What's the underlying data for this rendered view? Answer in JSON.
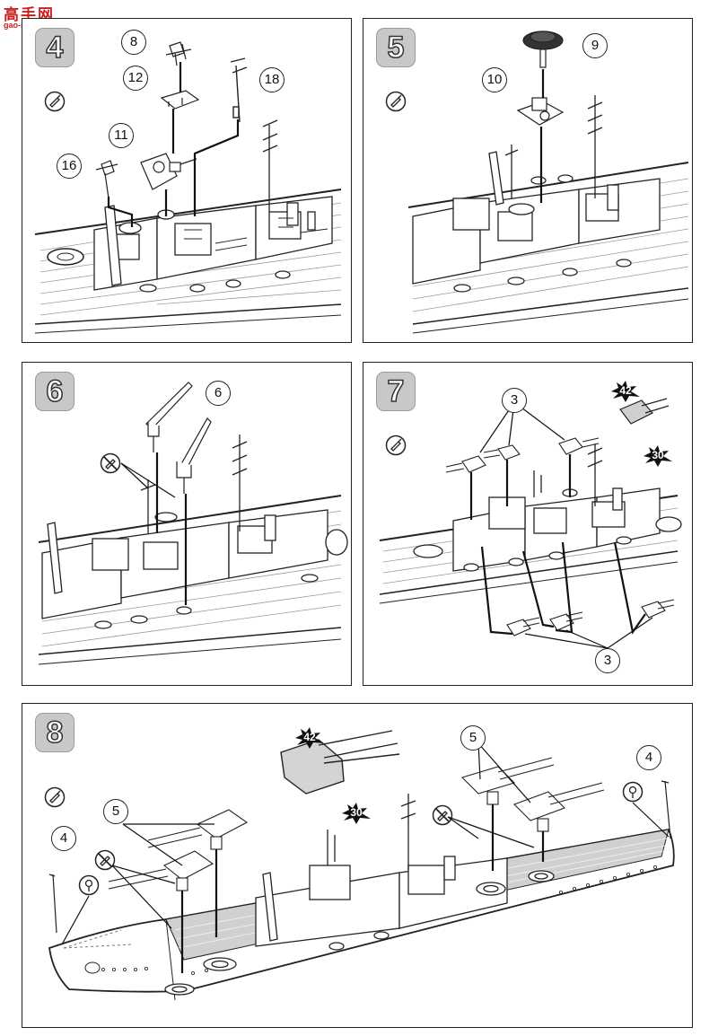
{
  "watermark": {
    "title": "高手网",
    "subtitle": "gao-shou.com"
  },
  "panels": [
    {
      "step": "4",
      "callouts": [
        "8",
        "12",
        "18",
        "11",
        "16"
      ]
    },
    {
      "step": "5",
      "callouts": [
        "9",
        "10"
      ]
    },
    {
      "step": "6",
      "callouts": [
        "6"
      ]
    },
    {
      "step": "7",
      "callouts": [
        "3",
        "3"
      ],
      "paint_codes": [
        "42",
        "30"
      ]
    },
    {
      "step": "8",
      "callouts": [
        "5",
        "5",
        "4",
        "4"
      ],
      "paint_codes": [
        "42",
        "30"
      ]
    }
  ],
  "icons": {
    "glue": "glue-tube-icon",
    "no_glue": "no-glue-icon",
    "paint": "paint-star-icon",
    "pin": "pin-location-icon"
  },
  "colors": {
    "line": "#222222",
    "step_badge": "#c8c8c8",
    "watermark": "#cc1f1f",
    "deck": "#8a8a8a"
  }
}
